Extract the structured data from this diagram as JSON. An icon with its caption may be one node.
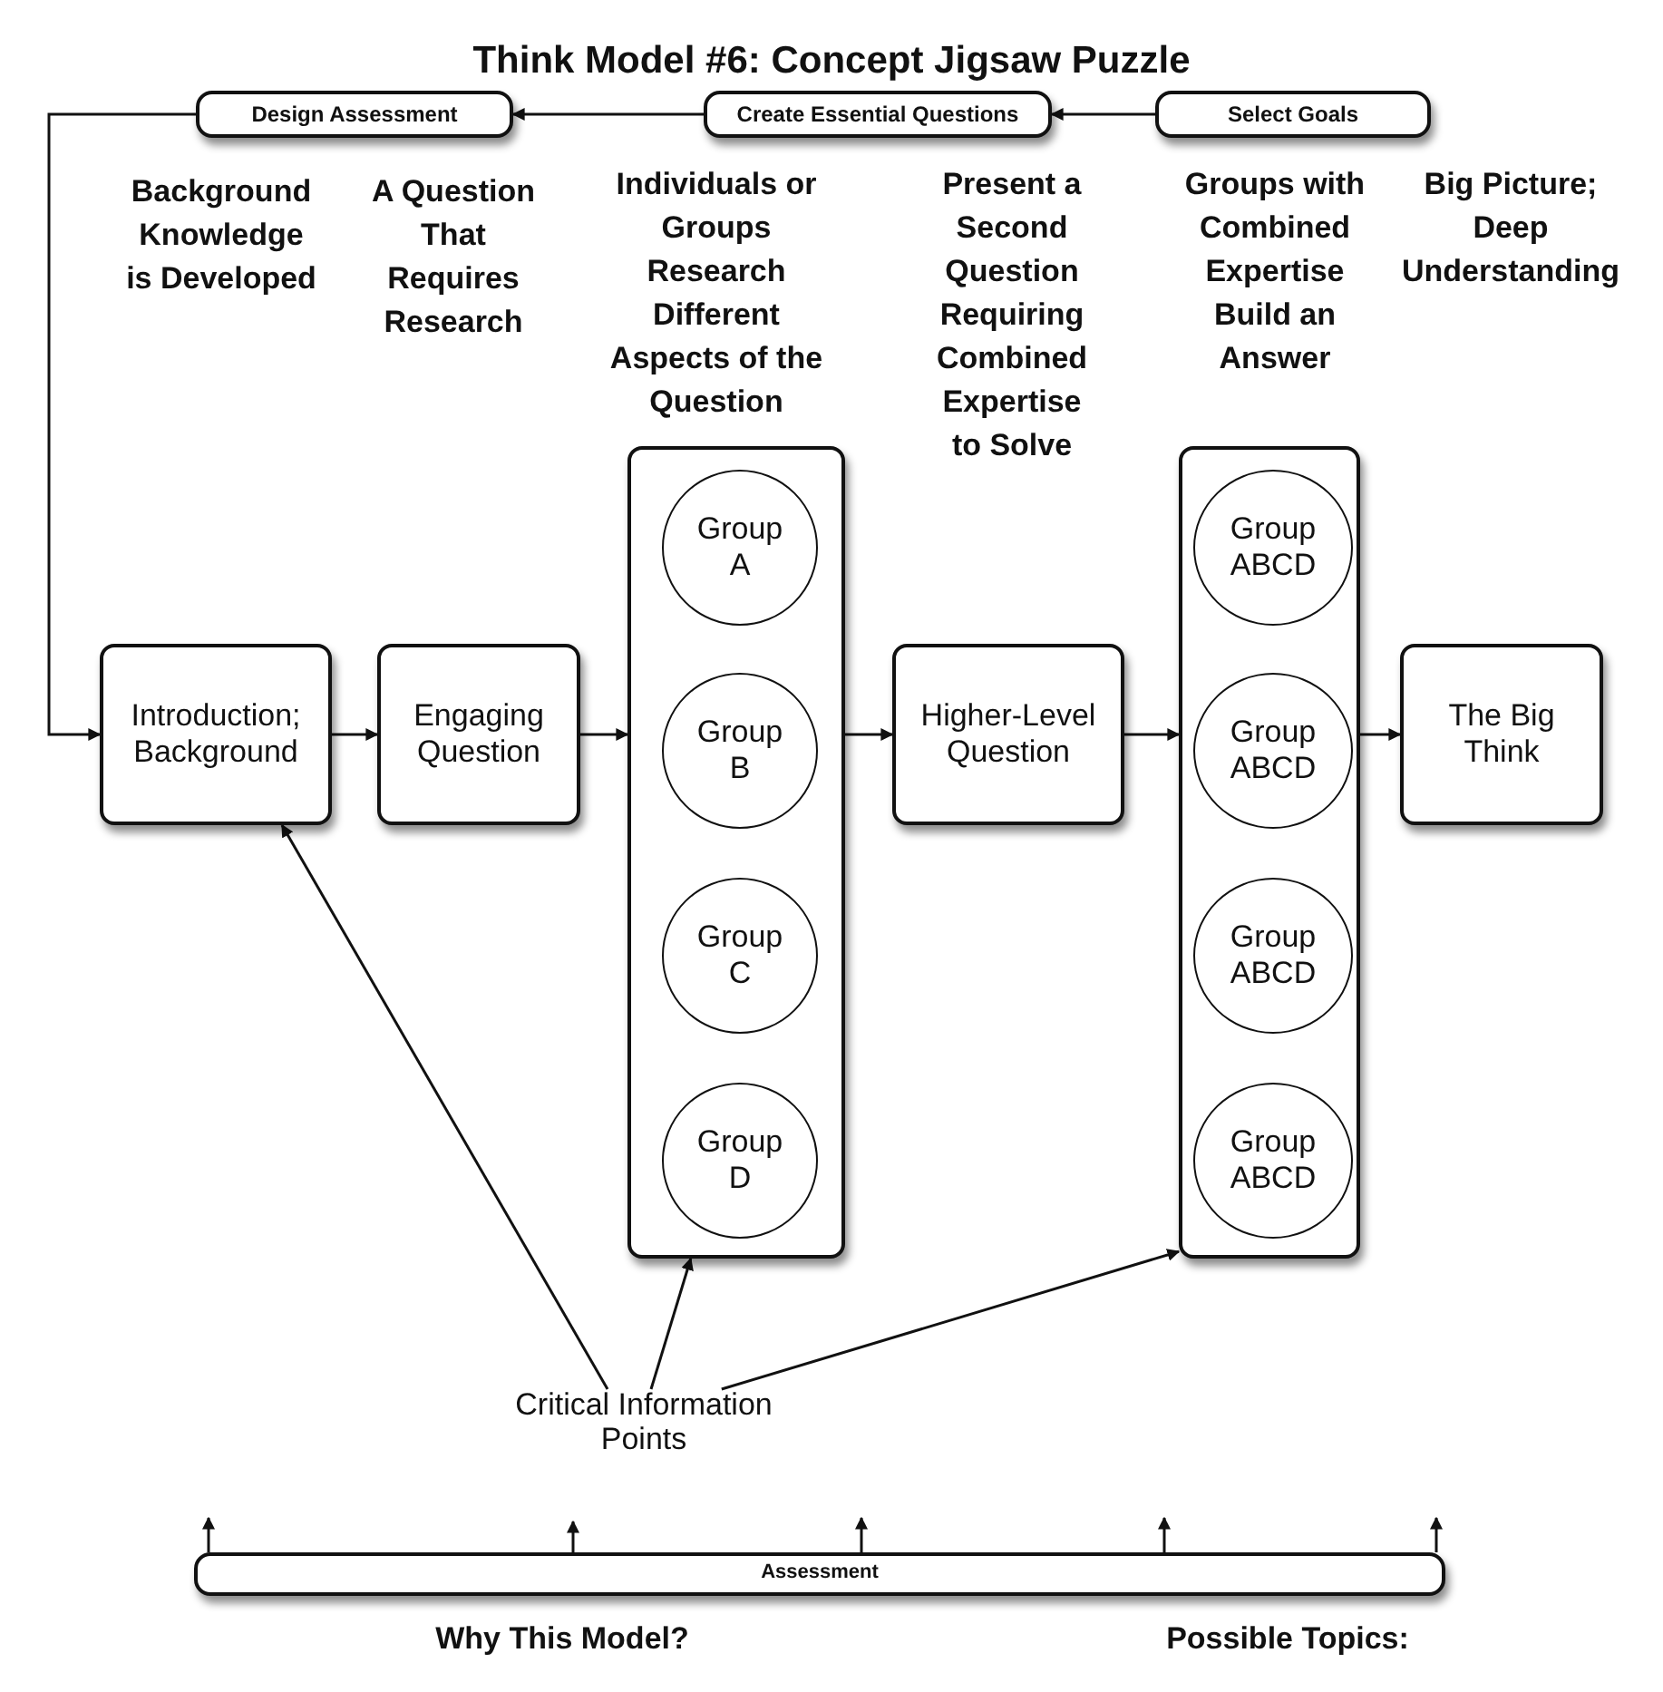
{
  "diagram": {
    "title": "Think Model #6: Concept Jigsaw Puzzle",
    "nodes": [
      {
        "text": [
          "Design Assessment"
        ]
      },
      {
        "text": [
          "Create Essential Questions"
        ]
      },
      {
        "text": [
          "Select Goals"
        ]
      },
      {
        "text": [
          "Introduction; Background"
        ]
      },
      {
        "text": [
          "Engaging Question"
        ]
      },
      {
        "text": [],
        "shape": "box"
      },
      {
        "text": [
          "Group A"
        ],
        "in": 5
      },
      {
        "text": [
          "Group B"
        ],
        "in": 5
      },
      {
        "text": [
          "Group C"
        ],
        "in": 5
      },
      {
        "text": [
          "Group D"
        ],
        "in": 5
      },
      {
        "text": [
          "Higher-Level Question"
        ]
      },
      {
        "text": [],
        "shape": "box"
      },
      {
        "text": [
          "Group ABCD"
        ],
        "in": 11
      },
      {
        "text": [
          "Group ABCD"
        ],
        "in": 11
      },
      {
        "text": [
          "Group ABCD"
        ],
        "in": 11
      },
      {
        "text": [
          "Group ABCD"
        ],
        "in": 11
      },
      {
        "text": [
          "The Big Think"
        ]
      },
      {
        "text": [
          "Critical Information Points"
        ]
      },
      {
        "text": [
          "Assessment"
        ]
      }
    ],
    "edges": [
      {
        "from": 2,
        "to": 1,
        "arrow": "to"
      },
      {
        "from": 1,
        "to": 0,
        "arrow": "to"
      },
      {
        "from": 0,
        "to": 3,
        "arrow": "to"
      },
      {
        "from": 3,
        "to": 4,
        "arrow": "to"
      },
      {
        "from": 4,
        "to": 5,
        "arrow": "to"
      },
      {
        "from": 5,
        "to": 10,
        "arrow": "to"
      },
      {
        "from": 10,
        "to": 11,
        "arrow": "to"
      },
      {
        "from": 11,
        "to": 16,
        "arrow": "to"
      },
      {
        "from": 17,
        "to": 3,
        "arrow": "to"
      },
      {
        "from": 17,
        "to": 5,
        "arrow": "to"
      },
      {
        "from": 17,
        "to": 11,
        "arrow": "to"
      },
      {
        "from": 18,
        "to": null,
        "arrow": "to"
      },
      {
        "from": 18,
        "to": null,
        "arrow": "to"
      },
      {
        "from": 18,
        "to": null,
        "arrow": "to"
      },
      {
        "from": 18,
        "to": null,
        "arrow": "to"
      },
      {
        "from": 18,
        "to": null,
        "arrow": "to"
      }
    ],
    "labels": [
      "Background Knowledge is Developed",
      "A Question That Requires Research",
      "Individuals or Groups Research Different Aspects of the Question",
      "Present a Second Question Requiring Combined Expertise to Solve",
      "Groups with Combined Expertise Build an Answer",
      "Big Picture; Deep Understanding",
      "Why This Model?",
      "Possible Topics:"
    ]
  }
}
